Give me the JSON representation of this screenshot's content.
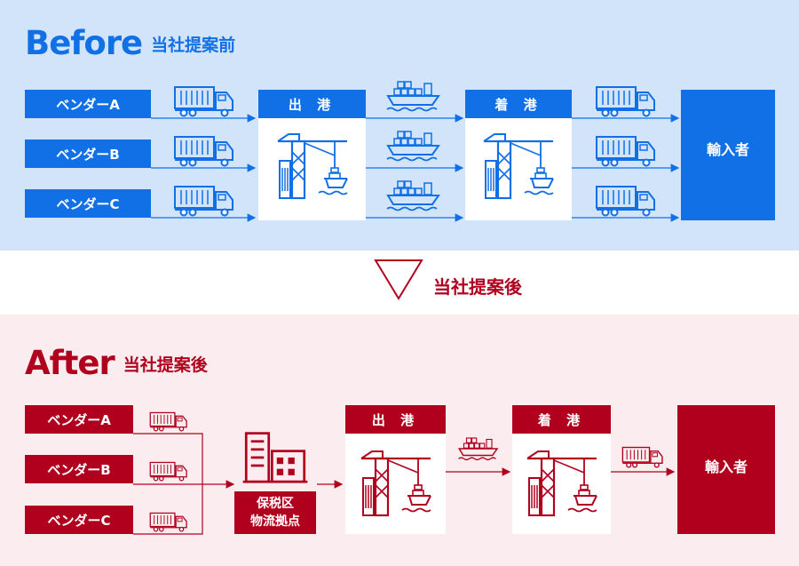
{
  "before": {
    "title": "Before",
    "subtitle": "当社提案前",
    "vendors": [
      "ベンダーA",
      "ベンダーB",
      "ベンダーC"
    ],
    "departure_port": "出 港",
    "arrival_port": "着 港",
    "importer": "輸入者",
    "color": "#1170e6"
  },
  "transition": {
    "label": "当社提案後"
  },
  "after": {
    "title": "After",
    "subtitle": "当社提案後",
    "vendors": [
      "ベンダーA",
      "ベンダーB",
      "ベンダーC"
    ],
    "hub_line1": "保税区",
    "hub_line2": "物流拠点",
    "departure_port": "出 港",
    "arrival_port": "着 港",
    "importer": "輸入者",
    "color": "#b0001e"
  }
}
